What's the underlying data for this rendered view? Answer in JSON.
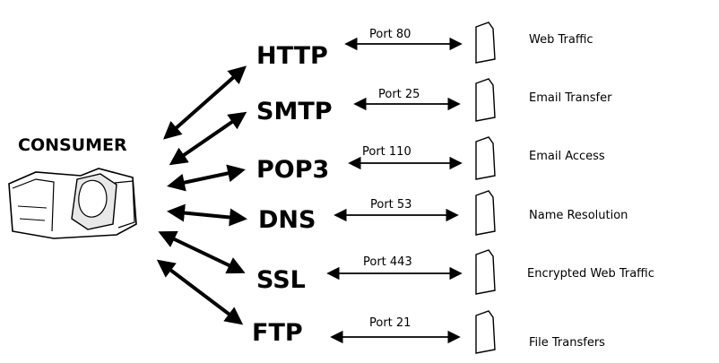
{
  "consumer": {
    "label": "CONSUMER"
  },
  "rows": [
    {
      "protocol": "HTTP",
      "port": "Port 80",
      "description": "Web Traffic"
    },
    {
      "protocol": "SMTP",
      "port": "Port 25",
      "description": "Email Transfer"
    },
    {
      "protocol": "POP3",
      "port": "Port 110",
      "description": "Email Access"
    },
    {
      "protocol": "DNS",
      "port": "Port 53",
      "description": "Name Resolution"
    },
    {
      "protocol": "SSL",
      "port": "Port 443",
      "description": "Encrypted Web Traffic"
    },
    {
      "protocol": "FTP",
      "port": "Port 21",
      "description": "File Transfers"
    }
  ],
  "icons": {
    "consumer": "computer-cluster-icon",
    "service": "document-icon"
  }
}
